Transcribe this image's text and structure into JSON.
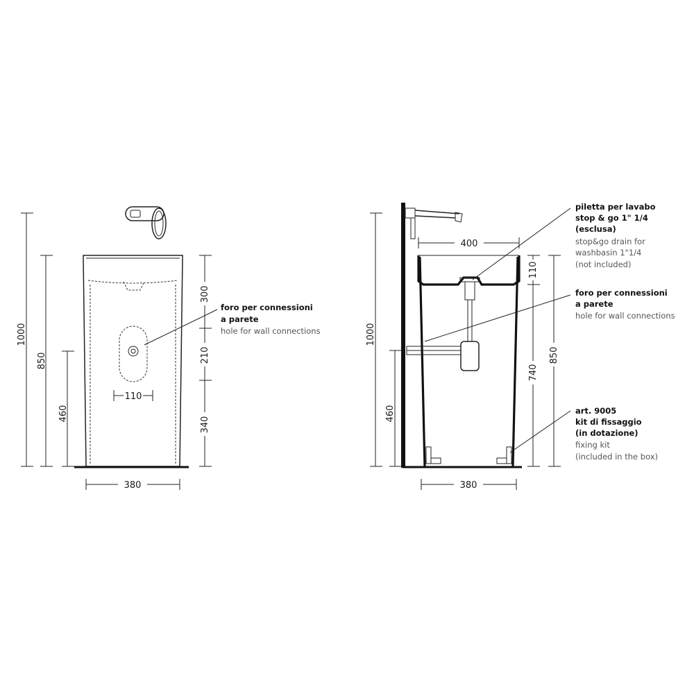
{
  "front_view": {
    "dim_total_height": "1000",
    "dim_basin_height": "850",
    "dim_hole_center_height": "460",
    "dim_top_segment": "300",
    "dim_hole_segment": "210",
    "dim_bottom_segment": "340",
    "dim_hole_width": "110",
    "dim_base_width": "380",
    "hole_label": {
      "line1": "foro per connessioni",
      "line2": "a parete",
      "line3": "hole for wall connections"
    }
  },
  "side_view": {
    "dim_total_height": "1000",
    "dim_basin_height": "850",
    "dim_hole_height": "460",
    "dim_bowl_depth": "110",
    "dim_inner_height": "740",
    "dim_top_depth": "400",
    "dim_base_depth": "380",
    "drain_label": {
      "line1": "piletta per lavabo",
      "line2": "stop & go 1\" 1/4",
      "line3": "(esclusa)",
      "line4": "stop&go drain for",
      "line5": "washbasin 1\"1/4",
      "line6": "(not included)"
    },
    "hole_label": {
      "line1": "foro per connessioni",
      "line2": "a parete",
      "line3": "hole for wall connections"
    },
    "kit_label": {
      "line1": "art. 9005",
      "line2": "kit di fissaggio",
      "line3": "(in dotazione)",
      "line4": "fixing kit",
      "line5": "(included in the box)"
    }
  }
}
